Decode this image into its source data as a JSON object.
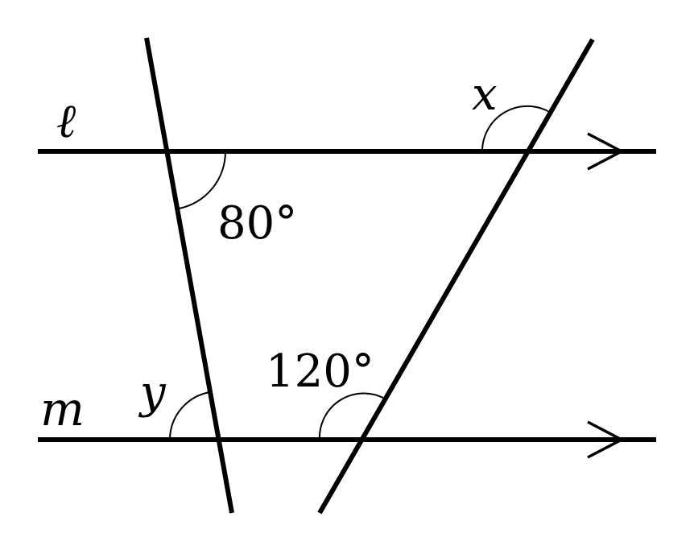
{
  "labels": {
    "line_top": "ℓ",
    "line_bottom": "m",
    "angle_x": "x",
    "angle_y": "y",
    "angle_80": "80°",
    "angle_120": "120°"
  },
  "colors": {
    "ink": "#000000",
    "background": "#ffffff"
  }
}
